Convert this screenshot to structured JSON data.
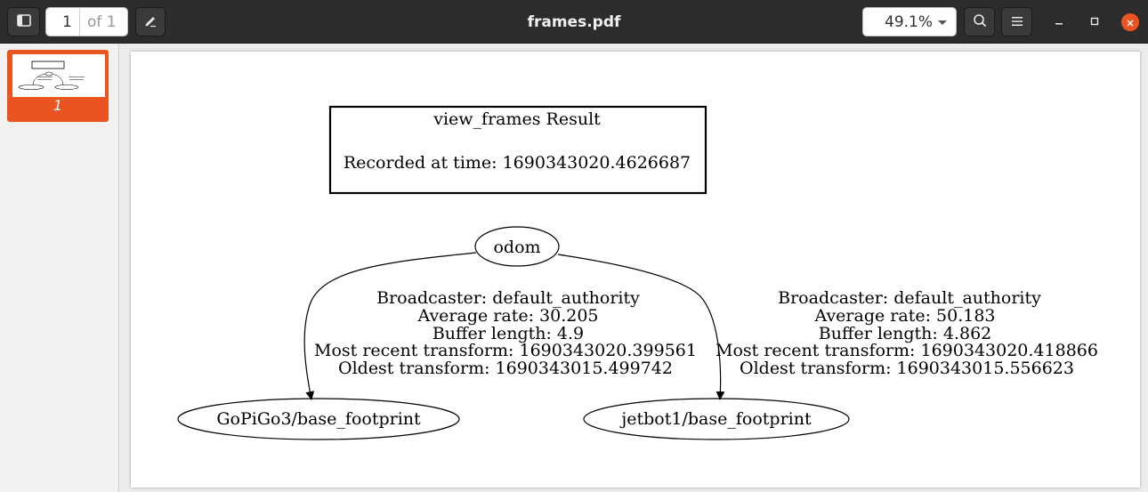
{
  "toolbar": {
    "sidebar_toggle_icon": "sidebar-icon",
    "page_current": "1",
    "page_of": "of 1",
    "annotate_icon": "pencil-icon",
    "title": "frames.pdf",
    "zoom": "49.1%",
    "search_icon": "search-icon",
    "menu_icon": "hamburger-menu-icon"
  },
  "window_controls": {
    "minimize_icon": "minimize-icon",
    "maximize_icon": "maximize-icon",
    "close_icon": "close-icon",
    "close_color": "#e95420"
  },
  "sidebar": {
    "thumbnails": [
      {
        "label": "1",
        "selected": true
      }
    ],
    "accent": "#e95420"
  },
  "document": {
    "result_box": {
      "title": "view_frames Result",
      "recorded": "Recorded at time: 1690343020.4626687"
    },
    "nodes": {
      "root": "odom",
      "left": "GoPiGo3/base_footprint",
      "right": "jetbot1/base_footprint"
    },
    "edges": [
      {
        "broadcaster": "Broadcaster: default_authority",
        "rate": "Average rate: 30.205",
        "buffer": "Buffer length: 4.9",
        "recent": "Most recent transform: 1690343020.399561",
        "oldest": "Oldest transform: 1690343015.499742"
      },
      {
        "broadcaster": "Broadcaster: default_authority",
        "rate": "Average rate: 50.183",
        "buffer": "Buffer length: 4.862",
        "recent": "Most recent transform: 1690343020.418866",
        "oldest": "Oldest transform: 1690343015.556623"
      }
    ]
  }
}
